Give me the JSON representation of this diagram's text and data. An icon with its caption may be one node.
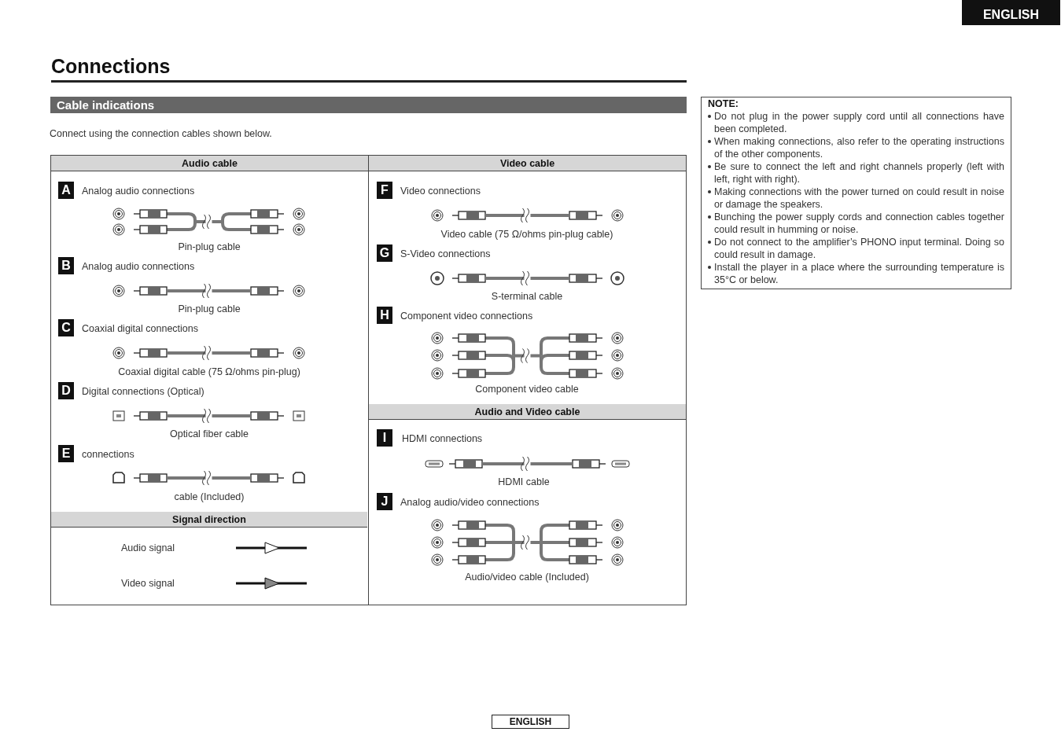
{
  "diagram": {
    "title": "Connections",
    "labels": [
      "ENGLISH",
      "Cable indications",
      "Connect using the connection cables shown below.",
      "Audio cable",
      "Video cable",
      "A",
      "Analog audio connections",
      "Pin-plug cable",
      "B",
      "Analog audio connections",
      "Pin-plug cable",
      "C",
      "Coaxial digital connections",
      "Coaxial digital cable (75 Ω/ohms pin-plug)",
      "D",
      "Digital connections (Optical)",
      "Optical fiber cable",
      "E",
      "connections",
      "cable (Included)",
      "Signal direction",
      "F",
      "Video connections",
      "Video cable (75 Ω/ohms pin-plug cable)",
      "G",
      "S-Video connections",
      "S-terminal cable",
      "H",
      "Component video connections",
      "Component video cable",
      "Audio and Video cable",
      "I",
      "HDMI connections",
      "HDMI cable",
      "J",
      "Analog audio/video connections",
      "Audio/video cable (Included)",
      "NOTE:",
      "Do not plug in the power supply cord until all connections have been completed.",
      "When making connections, also refer to the operating instructions of the other components.",
      "Be sure to connect the left and right channels properly (left with left, right with right).",
      "Making connections with the power turned on could result in noise or damage the speakers.",
      "Bunching the power supply cords and connection cables together could result in humming or noise.",
      "Do not connect to the amplifier’s PHONO input terminal. Doing so could result in damage.",
      "Install the player in a place where the surrounding temperature is 35°C or below.",
      "ENGLISH"
    ],
    "legend": [
      {
        "text": "Audio signal"
      },
      {
        "text": "Video signal"
      }
    ]
  }
}
